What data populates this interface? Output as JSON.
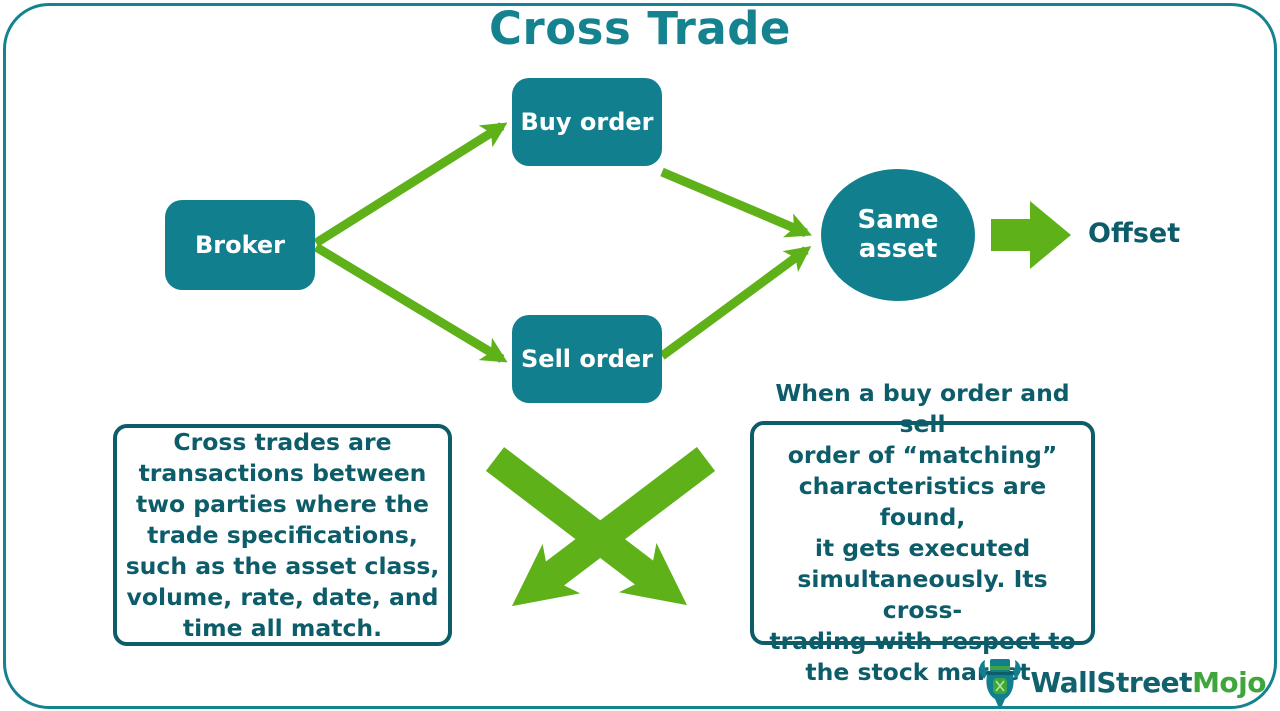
{
  "title": "Cross Trade",
  "colors": {
    "teal_fill": "#127f8e",
    "teal_title": "#15828f",
    "dark_teal_text": "#0d5c69",
    "arrow_green": "#5fb11a",
    "logo_green": "#3fa63c"
  },
  "diagram": {
    "broker_label": "Broker",
    "buy_order_label": "Buy order",
    "sell_order_label": "Sell order",
    "same_asset_label": "Same asset",
    "offset_label": "Offset"
  },
  "notes": {
    "left": "Cross trades are\ntransactions between\ntwo parties where the\ntrade specifications,\nsuch as the asset class,\nvolume, rate, date, and\ntime all match.",
    "right": "When a buy order and sell\norder of “matching”\ncharacteristics are found,\nit gets executed\nsimultaneously. Its cross-\ntrading with respect to\nthe stock market."
  },
  "logo": {
    "part1": "WallStreet",
    "part2": "Mojo"
  }
}
